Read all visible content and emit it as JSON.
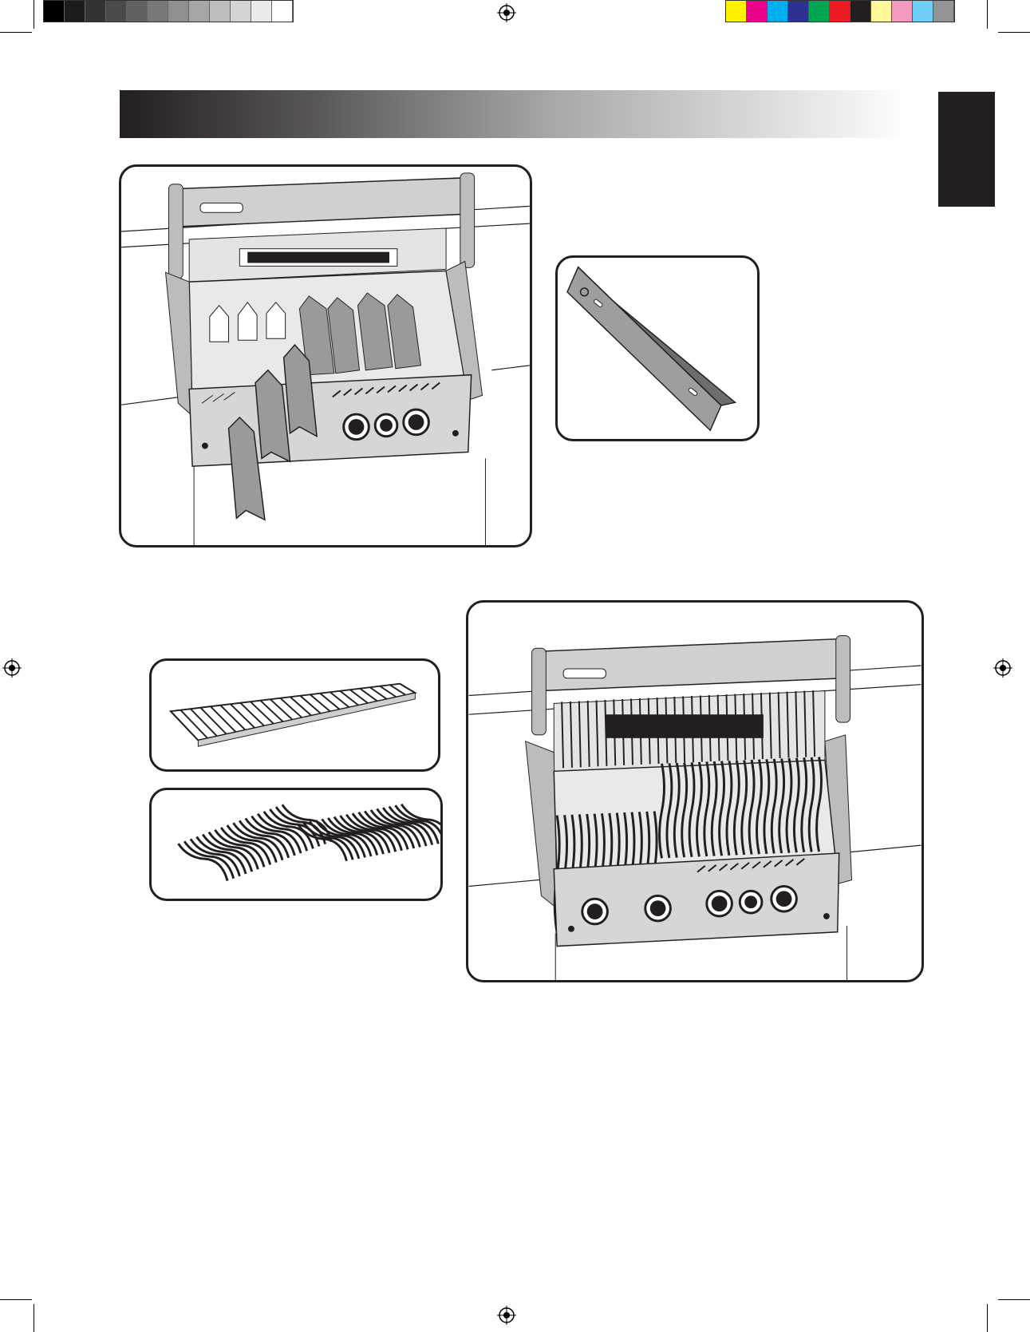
{
  "registration": {
    "gray_swatches": [
      "#000000",
      "#1c1c1c",
      "#333333",
      "#4a4a4a",
      "#616161",
      "#787878",
      "#8f8f8f",
      "#a6a6a6",
      "#bdbdbd",
      "#d4d4d4",
      "#eaeaea",
      "#ffffff"
    ],
    "color_swatches": [
      "#fff200",
      "#ec008c",
      "#00aeef",
      "#2e3192",
      "#00a651",
      "#ed1c24",
      "#231f20",
      "#fff799",
      "#f49ac1",
      "#6dcff6",
      "#949494"
    ]
  },
  "colors": {
    "ink": "#231f20",
    "steel": "#c8c8c8",
    "steel_dark": "#8a8a8a",
    "header_dark": "#231f20"
  },
  "figures": [
    {
      "name": "grill-with-heat-deflectors"
    },
    {
      "name": "heat-deflector-part"
    },
    {
      "name": "warming-rack-part"
    },
    {
      "name": "cooking-grids-part"
    },
    {
      "name": "grill-with-grids-installed"
    }
  ]
}
